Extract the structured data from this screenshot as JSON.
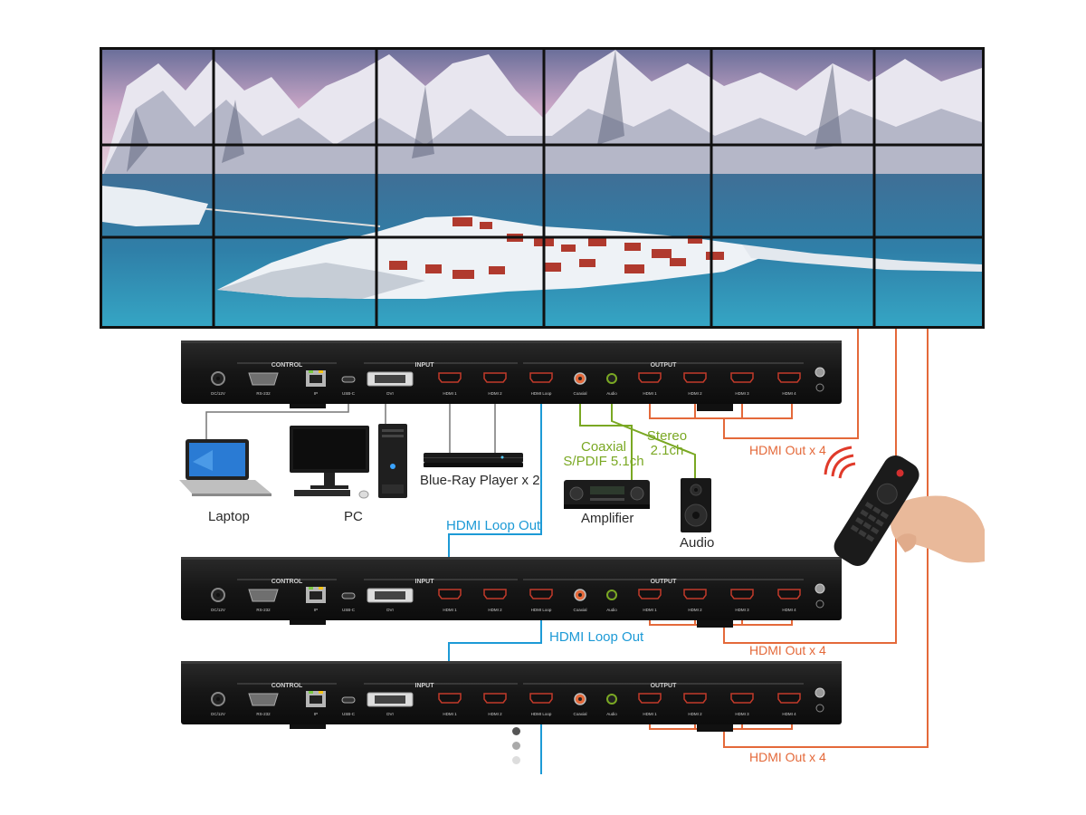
{
  "colors": {
    "hdmi_out": "#e4693a",
    "hdmi_loop": "#1d9ad6",
    "audio": "#7aa823",
    "wall_bezel": "#111111",
    "chassis": "#1c1c1c"
  },
  "video_wall": {
    "rows": 3,
    "cols": 6
  },
  "device": {
    "sections": {
      "control": "CONTROL",
      "input": "INPUT",
      "output": "OUTPUT"
    },
    "ports": {
      "dc": "DC/12V",
      "rs232": "RS-232",
      "ip": "IP",
      "usbc": "USB-C",
      "dvi": "DVI",
      "hdmi_in_1": "HDMI 1",
      "hdmi_in_2": "HDMI 2",
      "hdmi_loop": "HDMI Loop",
      "coaxial": "Coaxial",
      "audio": "Audio",
      "hdmi_out_1": "HDMI 1",
      "hdmi_out_2": "HDMI 2",
      "hdmi_out_3": "HDMI 3",
      "hdmi_out_4": "HDMI 4"
    }
  },
  "labels": {
    "laptop": "Laptop",
    "pc": "PC",
    "bluray": "Blue-Ray Player x 2",
    "coaxial_line1": "Coaxial",
    "coaxial_line2": "S/PDIF 5.1ch",
    "stereo_line1": "Stereo",
    "stereo_line2": "2.1ch",
    "amplifier": "Amplifier",
    "audio": "Audio",
    "hdmi_loop_out_1": "HDMI Loop Out",
    "hdmi_loop_out_2": "HDMI Loop Out",
    "hdmi_out_x4_1": "HDMI Out x 4",
    "hdmi_out_x4_2": "HDMI Out x 4",
    "hdmi_out_x4_3": "HDMI Out x 4"
  },
  "icons": {
    "laptop": "laptop-icon",
    "pc": "desktop-pc-icon",
    "bluray": "bluray-player-icon",
    "amplifier": "amplifier-icon",
    "speaker": "speaker-icon",
    "remote": "remote-control-icon"
  }
}
